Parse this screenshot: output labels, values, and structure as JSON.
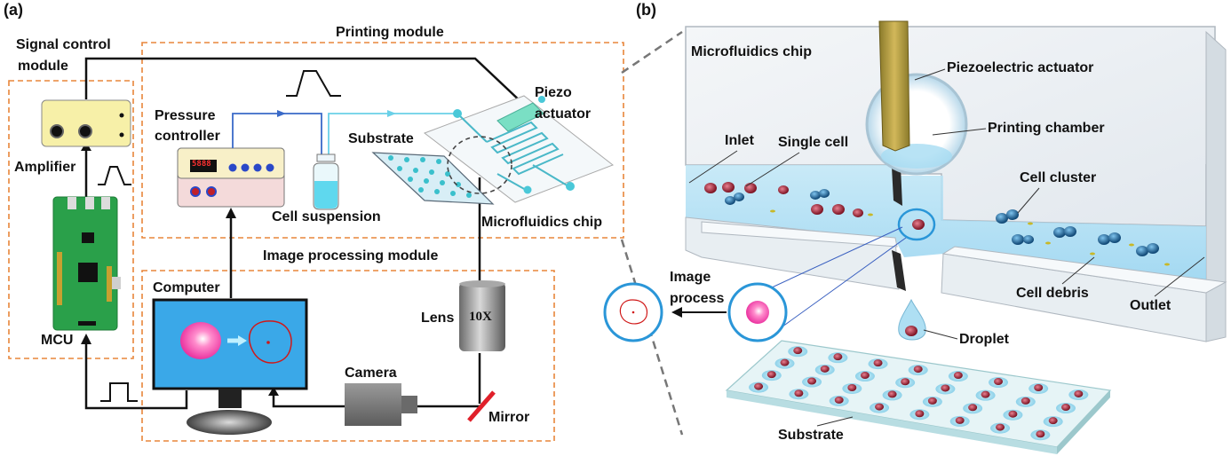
{
  "panels": {
    "a": "(a)",
    "b": "(b)"
  },
  "panel_a": {
    "signal_control_module": [
      "Signal control",
      "module"
    ],
    "printing_module": "Printing module",
    "image_processing_module": "Image processing module",
    "amplifier": "Amplifier",
    "mcu": "MCU",
    "pressure_controller": [
      "Pressure",
      "controller"
    ],
    "controller_display": "5888",
    "cell_suspension": "Cell suspension",
    "substrate": "Substrate",
    "piezo_actuator": [
      "Piezo",
      "actuator"
    ],
    "microfluidics_chip": "Microfluidics chip",
    "computer": "Computer",
    "lens": "Lens",
    "lens_mag": "10X",
    "camera": "Camera",
    "mirror": "Mirror"
  },
  "panel_b": {
    "microfluidics_chip": "Microfluidics chip",
    "piezoelectric_actuator": "Piezoelectric actuator",
    "printing_chamber": "Printing chamber",
    "inlet": "Inlet",
    "single_cell": "Single cell",
    "cell_cluster": "Cell cluster",
    "cell_debris": "Cell debris",
    "outlet": "Outlet",
    "image_process": [
      "Image",
      "process"
    ],
    "droplet": "Droplet",
    "substrate": "Substrate"
  },
  "colors": {
    "module_border": "#e8853a",
    "channel_blue": "#4aa0d8",
    "cell_red": "#8b1a2a",
    "cluster_blue": "#1a6aa0",
    "pink": "#e8279a",
    "mirror_red": "#e0202a",
    "pcb_green": "#2aa04a"
  }
}
